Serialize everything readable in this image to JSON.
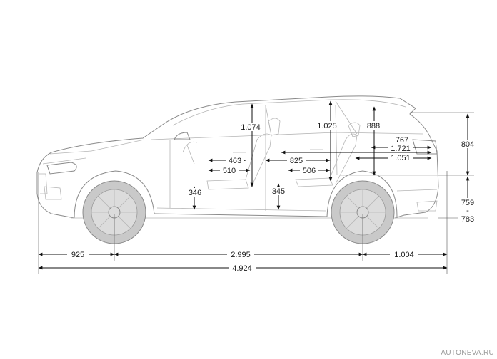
{
  "dimensions": {
    "front_headroom": "1.074",
    "rear_headroom": "1.025",
    "cargo_height": "888",
    "cargo_length_short": "767",
    "cargo_length_long": "1.721",
    "cargo_length_mid": "1.051",
    "overall_height": "804",
    "front_knee": "463",
    "front_seat_depth": "510",
    "rear_knee": "825",
    "rear_seat_depth": "506",
    "front_seat_height": "346",
    "rear_seat_height": "345",
    "ride_height": "759",
    "ride_height_dash": "-",
    "ride_height_alt": "783",
    "front_overhang": "925",
    "wheelbase": "2.995",
    "rear_overhang": "1.004",
    "overall_length": "4.924"
  },
  "watermark": "AUTONEVA.RU"
}
